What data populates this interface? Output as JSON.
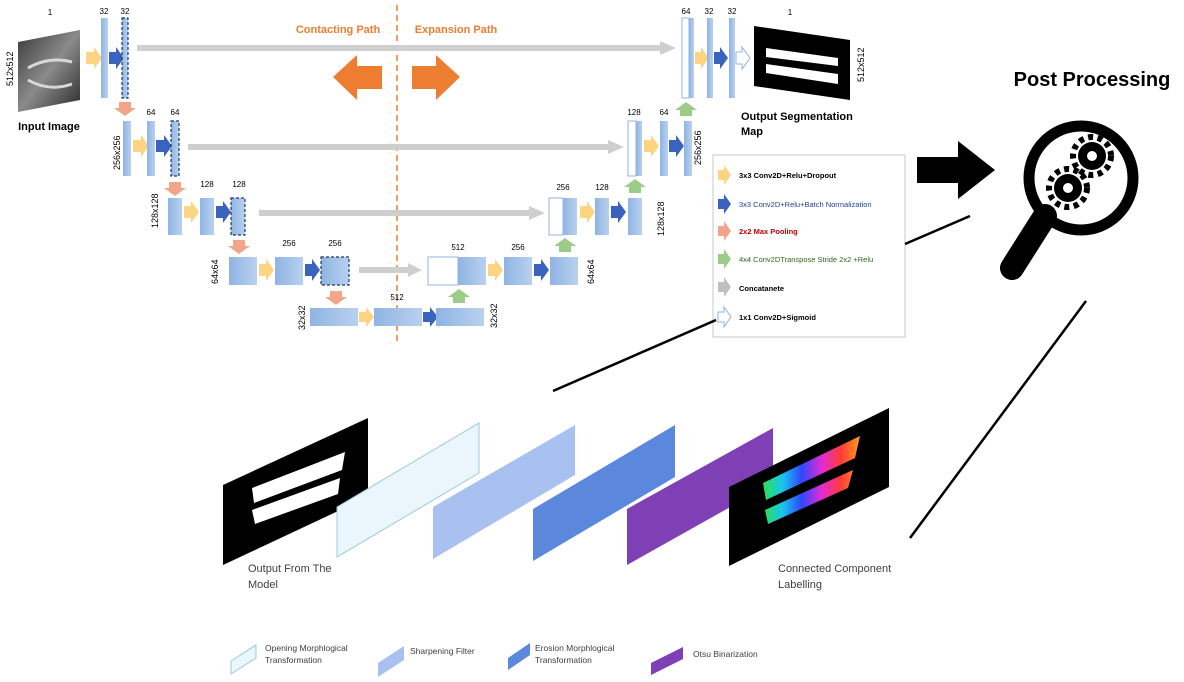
{
  "unet": {
    "path_left": "Contacting Path",
    "path_right": "Expansion Path",
    "input_label": "Input Image",
    "output_label_line1": "Output Segmentation",
    "output_label_line2": "Map",
    "channels": {
      "in1": "1",
      "e1a": "32",
      "e1b": "32",
      "e2a": "64",
      "e2b": "64",
      "e3a": "128",
      "e3b": "128",
      "e4a": "256",
      "e4b": "256",
      "bott": "512",
      "d4a": "512",
      "d4b": "256",
      "d3a": "256",
      "d3b": "128",
      "d2a": "128",
      "d2b": "64",
      "d1a": "64",
      "d1b": "32",
      "d1c": "32",
      "out1": "1"
    },
    "sizes": {
      "in": "512x512",
      "l2": "256x256",
      "l3": "128x128",
      "l4": "64x64",
      "l5": "32x32",
      "r1": "512x512",
      "r2": "256x256",
      "r3": "128x128",
      "r4": "64x64",
      "r5": "32x32"
    }
  },
  "legend": [
    {
      "icon": "yellow-arrow-icon",
      "color": "#fdd482",
      "text": "3x3 Conv2D+Relu+Dropout",
      "text_color": "#000000"
    },
    {
      "icon": "blue-arrow-icon",
      "color": "#3a63c0",
      "text": "3x3 Conv2D+Relu+Batch Normalization",
      "text_color": "#1f3f9a"
    },
    {
      "icon": "salmon-arrow-icon",
      "color": "#f3a58a",
      "text": "2x2 Max Pooling",
      "text_color": "#c00000"
    },
    {
      "icon": "green-arrow-icon",
      "color": "#9ccb8a",
      "text": "4x4 Conv2DTranspose Stride 2x2 +Relu",
      "text_color": "#2e6a1a"
    },
    {
      "icon": "gray-arrow-icon",
      "color": "#bfbfbf",
      "text": "Concatanete",
      "text_color": "#000000"
    },
    {
      "icon": "white-arrow-icon",
      "color": "#ffffff",
      "text": "1x1 Conv2D+Sigmoid",
      "text_color": "#000000"
    }
  ],
  "post": {
    "title": "Post Processing",
    "left_label_line1": "Output From The",
    "left_label_line2": "Model",
    "right_label_line1": "Connected Component",
    "right_label_line2": "Labelling"
  },
  "post_legend": [
    {
      "line1": "Opening Morphlogical",
      "line2": "Transformation",
      "color": "#eaf6fc"
    },
    {
      "line1": "Sharpening Filter",
      "line2": "",
      "color": "#a9c1f0"
    },
    {
      "line1": "Erosion Morphlogical",
      "line2": "Transformation",
      "color": "#5b87dd"
    },
    {
      "line1": "Otsu Binarization",
      "line2": "",
      "color": "#7f3fb5"
    }
  ],
  "colors": {
    "accent_orange": "#ed7d31",
    "block_blue": "#a6c4e8"
  }
}
